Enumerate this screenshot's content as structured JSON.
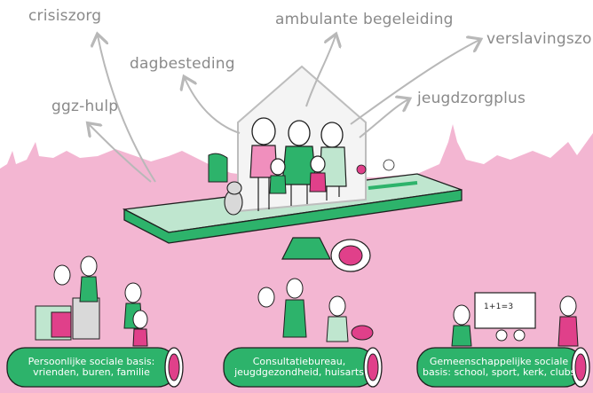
{
  "services": {
    "crisiszorg": "crisiszorg",
    "dagbesteding": "dagbesteding",
    "ambulante": "ambulante begeleiding",
    "verslaving": "verslavingszorg",
    "ggz": "ggz-hulp",
    "jeugdzorgplus": "jeugdzorgplus"
  },
  "bases": {
    "personal_line1": "Persoonlijke sociale basis:",
    "personal_line2": "vrienden, buren, familie",
    "health_line1": "Consultatiebureau,",
    "health_line2": "jeugdgezondheid, huisarts",
    "community_line1": "Gemeenschappelijke sociale",
    "community_line2": "basis: school, sport, kerk, clubs"
  },
  "board": {
    "sum": "1+1=3"
  },
  "colors": {
    "pink": "#f3b6d2",
    "green": "#2db36b",
    "light_green": "#bfe6cf",
    "magenta": "#e0408a",
    "gray": "#9a9a9a"
  }
}
